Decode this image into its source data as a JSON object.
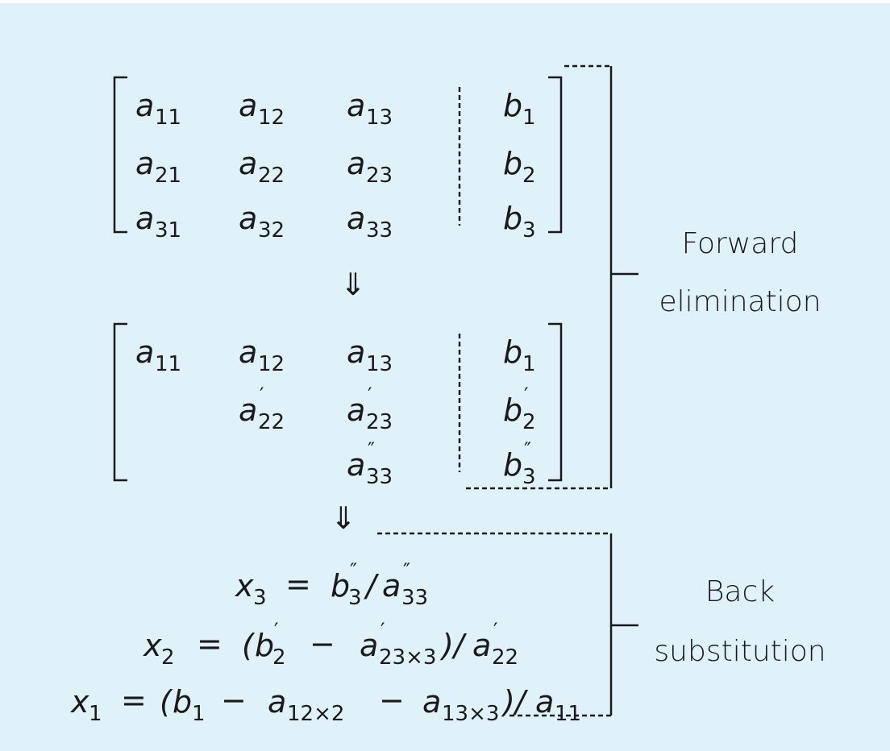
{
  "matrix1": {
    "rows": [
      [
        {
          "v": "a",
          "s": "11",
          "p": ""
        },
        {
          "v": "a",
          "s": "12",
          "p": ""
        },
        {
          "v": "a",
          "s": "13",
          "p": ""
        },
        {
          "v": "b",
          "s": "1",
          "p": ""
        }
      ],
      [
        {
          "v": "a",
          "s": "21",
          "p": ""
        },
        {
          "v": "a",
          "s": "22",
          "p": ""
        },
        {
          "v": "a",
          "s": "23",
          "p": ""
        },
        {
          "v": "b",
          "s": "2",
          "p": ""
        }
      ],
      [
        {
          "v": "a",
          "s": "31",
          "p": ""
        },
        {
          "v": "a",
          "s": "32",
          "p": ""
        },
        {
          "v": "a",
          "s": "33",
          "p": ""
        },
        {
          "v": "b",
          "s": "3",
          "p": ""
        }
      ]
    ]
  },
  "matrix2": {
    "rows": [
      [
        {
          "v": "a",
          "s": "11",
          "p": ""
        },
        {
          "v": "a",
          "s": "12",
          "p": ""
        },
        {
          "v": "a",
          "s": "13",
          "p": ""
        },
        {
          "v": "b",
          "s": "1",
          "p": ""
        }
      ],
      [
        null,
        {
          "v": "a",
          "s": "22",
          "p": "′"
        },
        {
          "v": "a",
          "s": "23",
          "p": "′"
        },
        {
          "v": "b",
          "s": "2",
          "p": "′"
        }
      ],
      [
        null,
        null,
        {
          "v": "a",
          "s": "33",
          "p": "″"
        },
        {
          "v": "b",
          "s": "3",
          "p": "″"
        }
      ]
    ]
  },
  "arrow_symbol": "⇓",
  "labels": {
    "forward_line1": "Forward",
    "forward_line2": "elimination",
    "back_line1": "Back",
    "back_line2": "substitution"
  },
  "equations": {
    "x3": {
      "lhs_var": "x",
      "lhs_sub": "3",
      "eq": "=",
      "b": "b",
      "b_sub": "3",
      "b_prime": "″",
      "slash": "/",
      "a": "a",
      "a_sub": "33",
      "a_prime": "″"
    },
    "x2": {
      "lhs_var": "x",
      "lhs_sub": "2",
      "eq": "=",
      "open": "(",
      "b": "b",
      "b_sub": "2",
      "b_prime": "′",
      "minus": "−",
      "a": "a",
      "a_sub": "23×3",
      "a_prime": "′",
      "close": ")/",
      "a2": "a",
      "a2_sub": "22",
      "a2_prime": "′"
    },
    "x1": {
      "lhs_var": "x",
      "lhs_sub": "1",
      "eq": "=",
      "open": "(",
      "b": "b",
      "b_sub": "1",
      "minus1": "−",
      "a1": "a",
      "a1_sub": "12×2",
      "minus2": "−",
      "a2": "a",
      "a2_sub": "13×3",
      "close": ")/",
      "a3": "a",
      "a3_sub": "11"
    }
  }
}
